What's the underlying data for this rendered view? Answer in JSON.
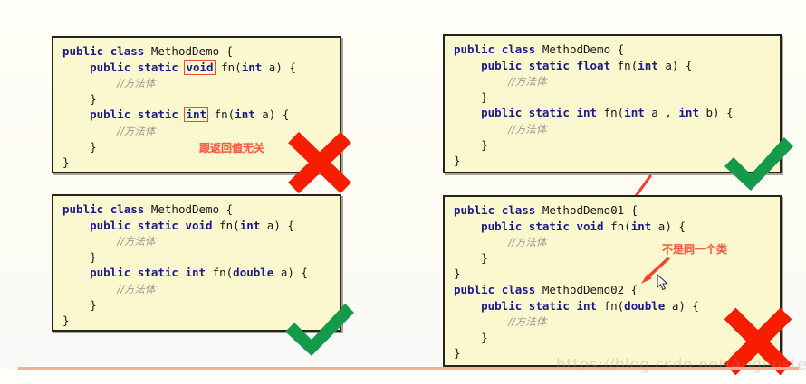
{
  "slide": {
    "background_color": "#fffdf4",
    "rule_color": "#f7ab99",
    "watermark": "https://blog.csdn.net/Augenstern_QXL"
  },
  "palette": {
    "panel_fill": "#fbf8cf",
    "panel_border": "#26241a",
    "keyword": "#1a1a8c",
    "comment": "#9a9a93",
    "annotation_red": "#fb5b42",
    "cross_red": "#f81c00",
    "check_green": "#15994a",
    "highlight_box": "#ef4a32"
  },
  "panels": [
    {
      "id": "top-left",
      "verdict": "cross",
      "verdict_label": "red-cross-wrong",
      "lines": [
        [
          {
            "t": "public",
            "k": "kw"
          },
          {
            "t": " ",
            "k": "id"
          },
          {
            "t": "class",
            "k": "kw"
          },
          {
            "t": " MethodDemo {",
            "k": "id"
          }
        ],
        [
          {
            "t": "    ",
            "k": "id"
          },
          {
            "t": "public",
            "k": "kw"
          },
          {
            "t": " ",
            "k": "id"
          },
          {
            "t": "static",
            "k": "kw"
          },
          {
            "t": " ",
            "k": "id"
          },
          {
            "t": "void",
            "k": "boxed"
          },
          {
            "t": " fn(",
            "k": "id"
          },
          {
            "t": "int",
            "k": "kw"
          },
          {
            "t": " a) {",
            "k": "id"
          }
        ],
        [
          {
            "t": "        ",
            "k": "id"
          },
          {
            "t": "//方法体",
            "k": "cm"
          }
        ],
        [
          {
            "t": "    }",
            "k": "id"
          }
        ],
        [
          {
            "t": "    ",
            "k": "id"
          },
          {
            "t": "public",
            "k": "kw"
          },
          {
            "t": " ",
            "k": "id"
          },
          {
            "t": "static",
            "k": "kw"
          },
          {
            "t": " ",
            "k": "id"
          },
          {
            "t": "int",
            "k": "boxed"
          },
          {
            "t": " fn(",
            "k": "id"
          },
          {
            "t": "int",
            "k": "kw"
          },
          {
            "t": " a) {",
            "k": "id"
          }
        ],
        [
          {
            "t": "        ",
            "k": "id"
          },
          {
            "t": "//方法体",
            "k": "cm"
          }
        ],
        [
          {
            "t": "    }",
            "k": "id"
          }
        ],
        [
          {
            "t": "}",
            "k": "id"
          }
        ]
      ],
      "annotation": "跟返回值无关"
    },
    {
      "id": "top-right",
      "verdict": "check",
      "verdict_label": "green-check-correct",
      "lines": [
        [
          {
            "t": "public",
            "k": "kw"
          },
          {
            "t": " ",
            "k": "id"
          },
          {
            "t": "class",
            "k": "kw"
          },
          {
            "t": " MethodDemo {",
            "k": "id"
          }
        ],
        [
          {
            "t": "    ",
            "k": "id"
          },
          {
            "t": "public",
            "k": "kw"
          },
          {
            "t": " ",
            "k": "id"
          },
          {
            "t": "static",
            "k": "kw"
          },
          {
            "t": " ",
            "k": "id"
          },
          {
            "t": "float",
            "k": "kw"
          },
          {
            "t": " fn(",
            "k": "id"
          },
          {
            "t": "int",
            "k": "kw"
          },
          {
            "t": " a) {",
            "k": "id"
          }
        ],
        [
          {
            "t": "        ",
            "k": "id"
          },
          {
            "t": "//方法体",
            "k": "cm"
          }
        ],
        [
          {
            "t": "    }",
            "k": "id"
          }
        ],
        [
          {
            "t": "    ",
            "k": "id"
          },
          {
            "t": "public",
            "k": "kw"
          },
          {
            "t": " ",
            "k": "id"
          },
          {
            "t": "static",
            "k": "kw"
          },
          {
            "t": " ",
            "k": "id"
          },
          {
            "t": "int",
            "k": "kw"
          },
          {
            "t": " fn(",
            "k": "id"
          },
          {
            "t": "int",
            "k": "kw"
          },
          {
            "t": " a , ",
            "k": "id"
          },
          {
            "t": "int",
            "k": "kw"
          },
          {
            "t": " b) {",
            "k": "id"
          }
        ],
        [
          {
            "t": "        ",
            "k": "id"
          },
          {
            "t": "//方法体",
            "k": "cm"
          }
        ],
        [
          {
            "t": "    }",
            "k": "id"
          }
        ],
        [
          {
            "t": "}",
            "k": "id"
          }
        ]
      ],
      "annotation": ""
    },
    {
      "id": "bottom-left",
      "verdict": "check",
      "verdict_label": "green-check-correct",
      "lines": [
        [
          {
            "t": "public",
            "k": "kw"
          },
          {
            "t": " ",
            "k": "id"
          },
          {
            "t": "class",
            "k": "kw"
          },
          {
            "t": " MethodDemo {",
            "k": "id"
          }
        ],
        [
          {
            "t": "    ",
            "k": "id"
          },
          {
            "t": "public",
            "k": "kw"
          },
          {
            "t": " ",
            "k": "id"
          },
          {
            "t": "static",
            "k": "kw"
          },
          {
            "t": " ",
            "k": "id"
          },
          {
            "t": "void",
            "k": "kw"
          },
          {
            "t": " fn(",
            "k": "id"
          },
          {
            "t": "int",
            "k": "kw"
          },
          {
            "t": " a) {",
            "k": "id"
          }
        ],
        [
          {
            "t": "        ",
            "k": "id"
          },
          {
            "t": "//方法体",
            "k": "cm"
          }
        ],
        [
          {
            "t": "    }",
            "k": "id"
          }
        ],
        [
          {
            "t": "    ",
            "k": "id"
          },
          {
            "t": "public",
            "k": "kw"
          },
          {
            "t": " ",
            "k": "id"
          },
          {
            "t": "static",
            "k": "kw"
          },
          {
            "t": " ",
            "k": "id"
          },
          {
            "t": "int",
            "k": "kw"
          },
          {
            "t": " fn(",
            "k": "id"
          },
          {
            "t": "double",
            "k": "kw"
          },
          {
            "t": " a) {",
            "k": "id"
          }
        ],
        [
          {
            "t": "        ",
            "k": "id"
          },
          {
            "t": "//方法体",
            "k": "cm"
          }
        ],
        [
          {
            "t": "    }",
            "k": "id"
          }
        ],
        [
          {
            "t": "}",
            "k": "id"
          }
        ]
      ],
      "annotation": ""
    },
    {
      "id": "bottom-right",
      "verdict": "cross",
      "verdict_label": "red-cross-wrong",
      "lines": [
        [
          {
            "t": "public",
            "k": "kw"
          },
          {
            "t": " ",
            "k": "id"
          },
          {
            "t": "class",
            "k": "kw"
          },
          {
            "t": " MethodDemo01 {",
            "k": "id"
          }
        ],
        [
          {
            "t": "    ",
            "k": "id"
          },
          {
            "t": "public",
            "k": "kw"
          },
          {
            "t": " ",
            "k": "id"
          },
          {
            "t": "static",
            "k": "kw"
          },
          {
            "t": " ",
            "k": "id"
          },
          {
            "t": "void",
            "k": "kw"
          },
          {
            "t": " fn(",
            "k": "id"
          },
          {
            "t": "int",
            "k": "kw"
          },
          {
            "t": " a) {",
            "k": "id"
          }
        ],
        [
          {
            "t": "        ",
            "k": "id"
          },
          {
            "t": "//方法体",
            "k": "cm"
          }
        ],
        [
          {
            "t": "    }",
            "k": "id"
          }
        ],
        [
          {
            "t": "}",
            "k": "id"
          }
        ],
        [
          {
            "t": "public",
            "k": "kw"
          },
          {
            "t": " ",
            "k": "id"
          },
          {
            "t": "class",
            "k": "kw"
          },
          {
            "t": " MethodDemo02 {",
            "k": "id"
          }
        ],
        [
          {
            "t": "    ",
            "k": "id"
          },
          {
            "t": "public",
            "k": "kw"
          },
          {
            "t": " ",
            "k": "id"
          },
          {
            "t": "static",
            "k": "kw"
          },
          {
            "t": " ",
            "k": "id"
          },
          {
            "t": "int",
            "k": "kw"
          },
          {
            "t": " fn(",
            "k": "id"
          },
          {
            "t": "double",
            "k": "kw"
          },
          {
            "t": " a) {",
            "k": "id"
          }
        ],
        [
          {
            "t": "        ",
            "k": "id"
          },
          {
            "t": "//方法体",
            "k": "cm"
          }
        ],
        [
          {
            "t": "    }",
            "k": "id"
          }
        ],
        [
          {
            "t": "}",
            "k": "id"
          }
        ]
      ],
      "annotation": "不是同一个类"
    }
  ]
}
